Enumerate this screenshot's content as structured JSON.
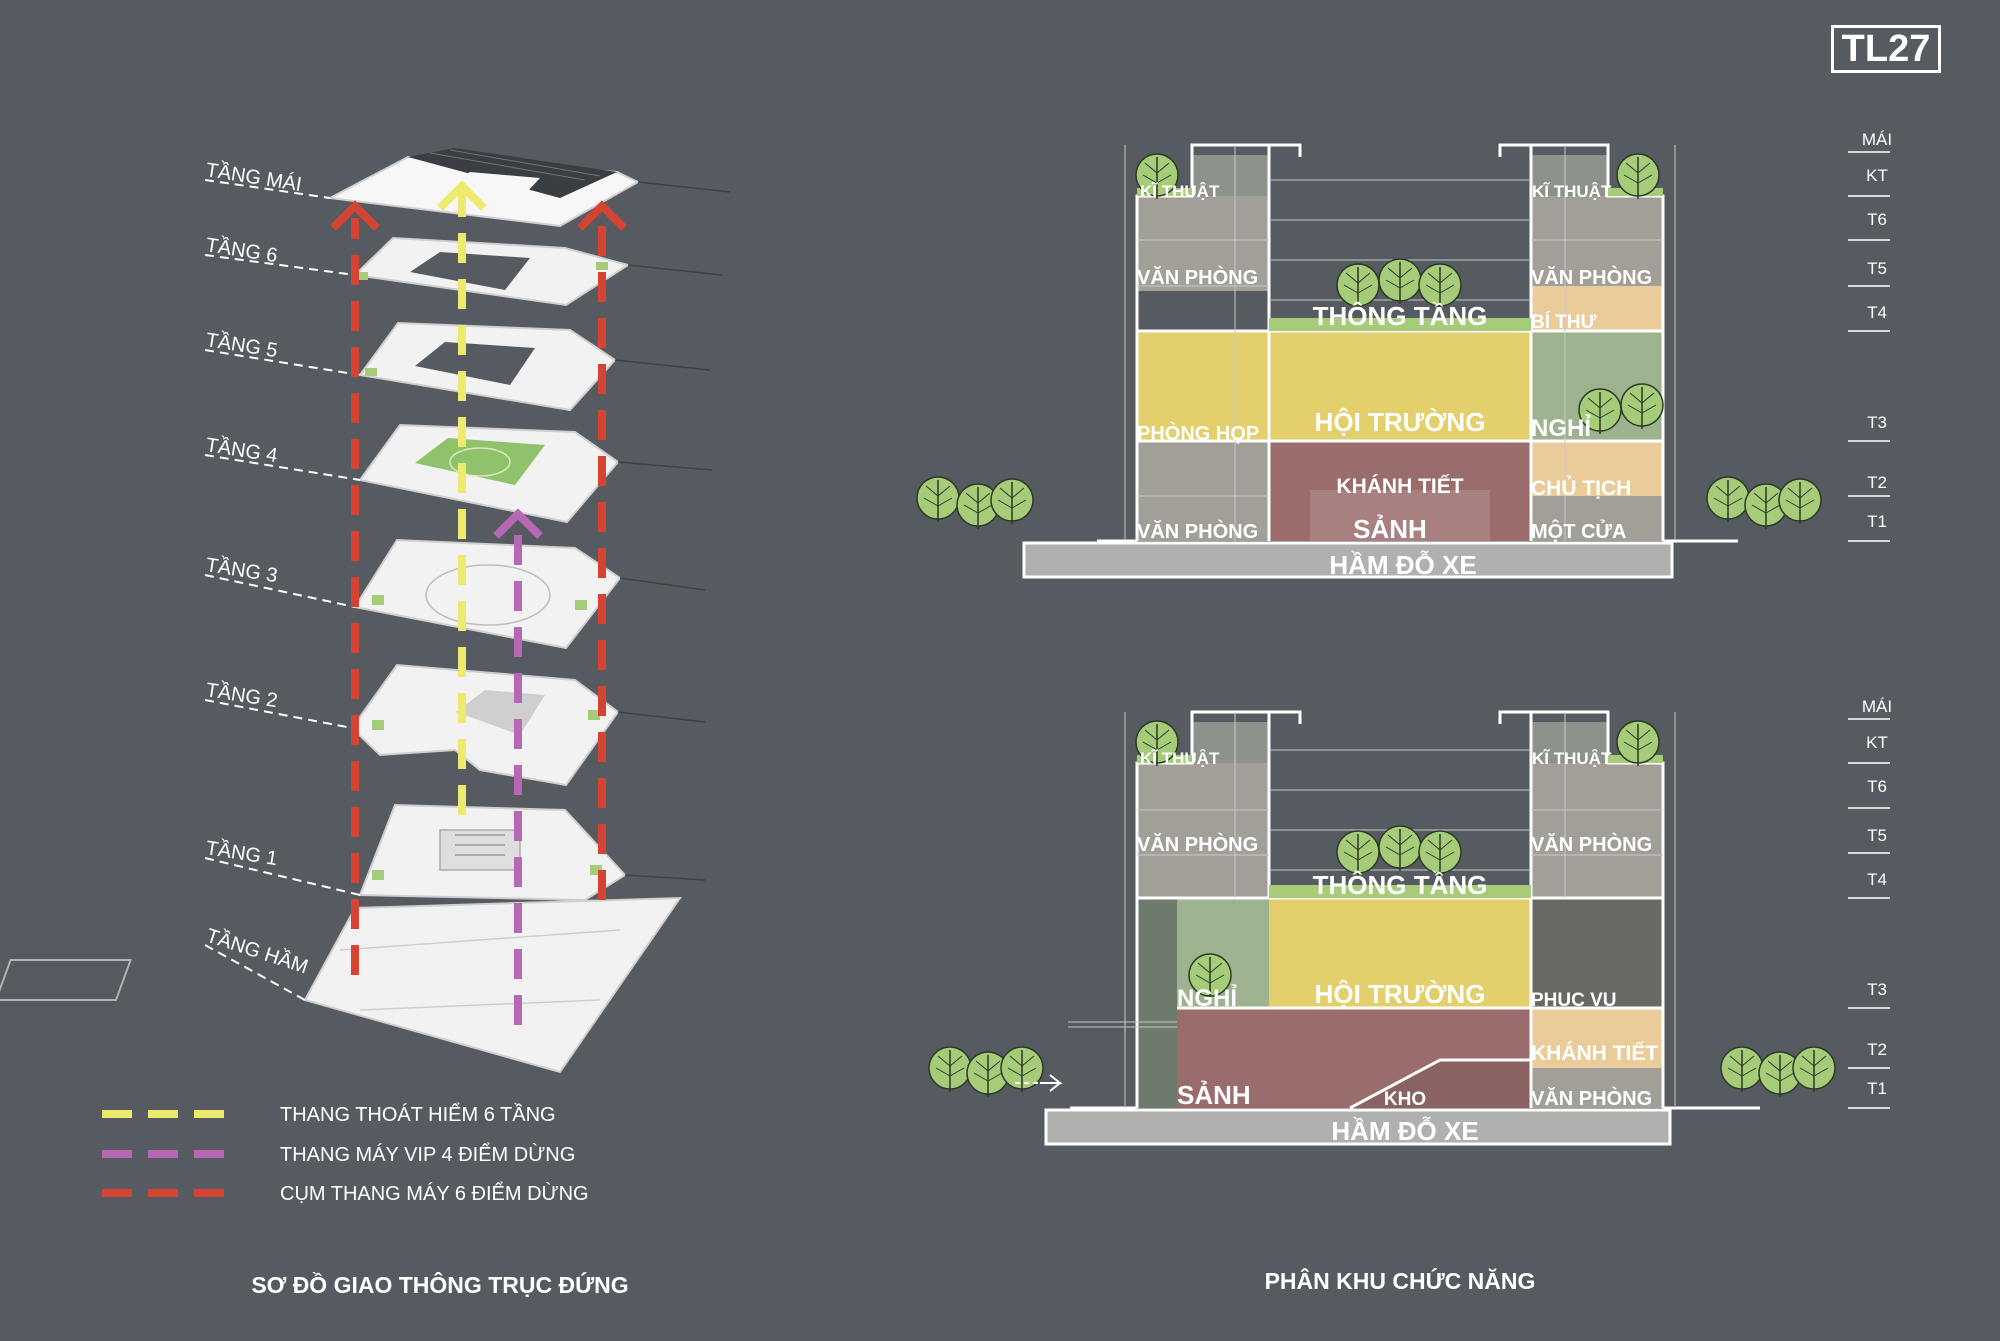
{
  "sheet_code": "TL27",
  "left_panel": {
    "title": "SƠ ĐỒ GIAO THÔNG TRỤC ĐỨNG",
    "floors": [
      "TẦNG MÁI",
      "TẦNG 6",
      "TẦNG 5",
      "TẦNG 4",
      "TẦNG 3",
      "TẦNG 2",
      "TẦNG 1",
      "TẦNG HẦM"
    ],
    "legend": [
      {
        "label": "THANG THOÁT HIỂM  6 TẦNG",
        "color": "#eeea6e"
      },
      {
        "label": "THANG MÁY VIP 4 ĐIỂM DỪNG",
        "color": "#b867b5"
      },
      {
        "label": "CỤM THANG MÁY 6 ĐIỂM DỪNG",
        "color": "#d54333"
      }
    ]
  },
  "right_panel": {
    "title": "PHÂN KHU CHỨC NĂNG",
    "level_labels": [
      "MÁI",
      "KT",
      "T6",
      "T5",
      "T4",
      "T3",
      "T2",
      "T1"
    ],
    "section_top": {
      "ki_thuat_left": "KĨ THUẬT",
      "ki_thuat_right": "KĨ THUẬT",
      "van_phong_left_upper": "VĂN PHÒNG",
      "van_phong_right_upper": "VĂN PHÒNG",
      "thong_tang": "THÔNG TẦNG",
      "bi_thu": "BÍ THƯ",
      "phong_hop": "PHÒNG HỌP",
      "hoi_truong": "HỘI TRƯỜNG",
      "nghi": "NGHỈ",
      "khanh_tiet": "KHÁNH TIẾT",
      "chu_tich": "CHỦ TỊCH",
      "van_phong_left_lower": "VĂN PHÒNG",
      "sanh": "SẢNH",
      "mot_cua": "MỘT CỬA",
      "ham_do_xe": "HẦM ĐỖ XE"
    },
    "section_bottom": {
      "ki_thuat_left": "KĨ THUẬT",
      "ki_thuat_right": "KĨ THUẬT",
      "van_phong_left": "VĂN PHÒNG",
      "van_phong_right": "VĂN PHÒNG",
      "thong_tang": "THÔNG TẦNG",
      "nghi": "NGHỈ",
      "hoi_truong": "HỘI TRƯỜNG",
      "phuc_vu": "PHỤC VỤ",
      "khanh_tiet": "KHÁNH TIẾT",
      "sanh": "SẢNH",
      "kho": "KHO",
      "van_phong_lower": "VĂN PHÒNG",
      "ham_do_xe": "HẦM ĐỖ XE"
    }
  },
  "colors": {
    "background": "#555b61",
    "office": "#a19f98",
    "hall": "#e3cf6b",
    "lobby": "#9a6c6b",
    "rest": "#9db28e",
    "leader": "#e9cc99",
    "service": "#6a6863",
    "parking": "#b0b1ae",
    "tree": "#a6cc7a",
    "floor_plate": "#f2f2f2"
  }
}
